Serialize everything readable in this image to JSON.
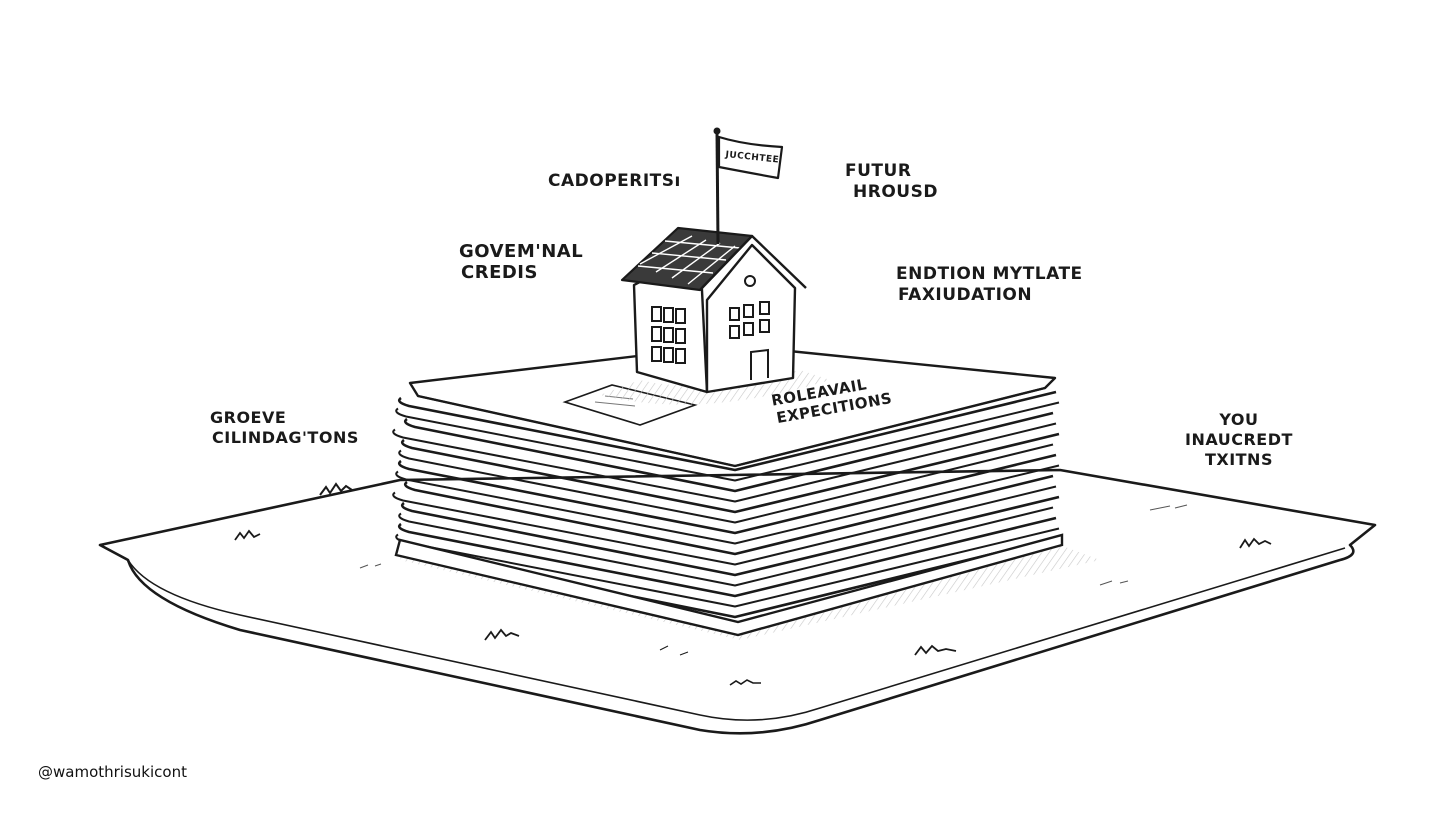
{
  "labels": {
    "top_left": [
      "CADOPERITSı"
    ],
    "flag": [
      "JUCCHTEE"
    ],
    "top_right": [
      "FUTUR",
      "HROUSD"
    ],
    "mid_left": [
      "GOVEMꞌNAL",
      "CREDIS"
    ],
    "mid_right": [
      "ENDTION MYTLATE",
      "FAXIUDATION"
    ],
    "paper": [
      "ROLEAVAIL",
      "EXPECITIONS"
    ],
    "left": [
      "GROEVE",
      "CILINDAGꞌTONS"
    ],
    "right": [
      "YOU",
      "INAUCREDT",
      "TXITNS"
    ]
  },
  "watermark": "@wamothrisukicont",
  "colors": {
    "ink": "#1a1a1a",
    "shade": "#d9d9d9",
    "paper": "#ffffff"
  }
}
